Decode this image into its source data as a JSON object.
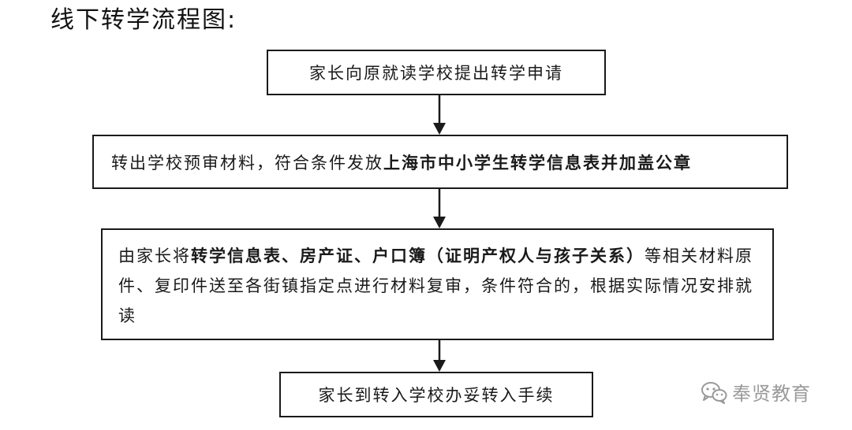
{
  "title": "线下转学流程图:",
  "steps": [
    {
      "text": "家长向原就读学校提出转学申请"
    },
    {
      "prefix": "转出学校预审材料，符合条件发放",
      "bold": "上海市中小学生转学信息表并加盖公章"
    },
    {
      "prefix": "由家长将",
      "bold": "转学信息表、房产证、户口簿（证明产权人与孩子关系）",
      "suffix": "等相关材料原件、复印件送至各街镇指定点进行材料复审，条件符合的，根据实际情况安排就读"
    },
    {
      "text": "家长到转入学校办妥转入手续"
    }
  ],
  "watermark": {
    "icon": "wechat-icon",
    "text": "奉贤教育",
    "color": "#9a9a9a"
  },
  "colors": {
    "stroke": "#1a1a1a",
    "background": "#ffffff"
  }
}
